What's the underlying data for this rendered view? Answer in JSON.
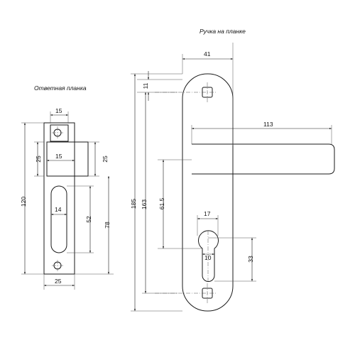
{
  "titles": {
    "strike_plate": "Ответная планка",
    "handle_plate": "Ручка на планке"
  },
  "strike_plate_dims": {
    "top_width": "15",
    "window_width": "15",
    "height_left": "25",
    "height_right": "25",
    "total_height": "120",
    "slot_width": "14",
    "slot_height": "52",
    "slot_to_hole": "78",
    "bottom_width": "25"
  },
  "handle_plate_dims": {
    "plate_width": "41",
    "top_hole": "11",
    "lever_length": "113",
    "total_height": "185",
    "hole_spacing": "163",
    "lever_to_cylinder": "61.5",
    "cylinder_width": "17",
    "cylinder_round": "10",
    "cylinder_height": "33"
  }
}
